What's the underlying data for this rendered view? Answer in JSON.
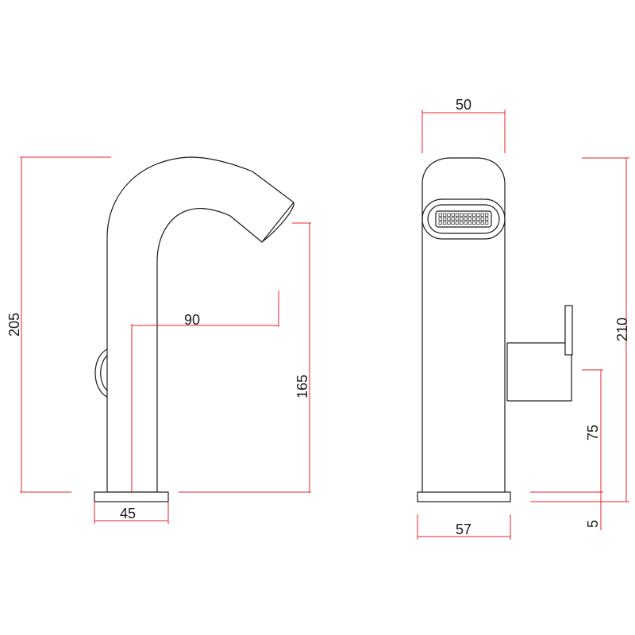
{
  "drawing": {
    "colors": {
      "outline": "#1a1a1a",
      "dimension_line": "#e8202a",
      "background": "#ffffff"
    },
    "side_view": {
      "dimensions": {
        "total_height": "205",
        "spout_reach": "90",
        "spout_height": "165",
        "base_width": "45"
      }
    },
    "front_view": {
      "dimensions": {
        "body_width": "50",
        "total_height": "210",
        "handle_height": "75",
        "base_thickness": "5",
        "base_width": "57"
      }
    }
  }
}
